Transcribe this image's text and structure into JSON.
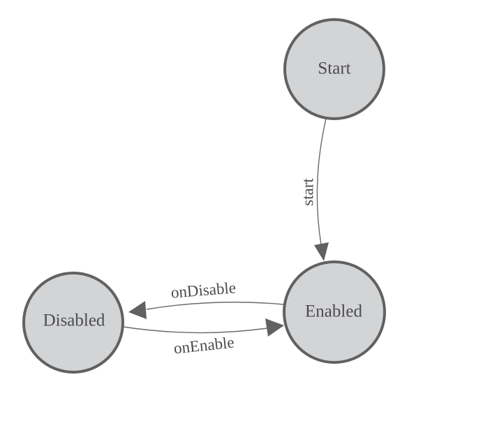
{
  "diagram": {
    "type": "state-machine",
    "background_color": "#ffffff",
    "colors": {
      "node_fill": "#d3d4d5",
      "node_stroke": "#616161",
      "edge_stroke": "#6a6a6a",
      "arrow_fill": "#616161",
      "label_text": "#4c4c4f"
    },
    "nodes": [
      {
        "id": "start",
        "label": "Start"
      },
      {
        "id": "enabled",
        "label": "Enabled"
      },
      {
        "id": "disabled",
        "label": "Disabled"
      }
    ],
    "edges": [
      {
        "from": "Start",
        "to": "Enabled",
        "label": "start"
      },
      {
        "from": "Enabled",
        "to": "Disabled",
        "label": "onDisable"
      },
      {
        "from": "Disabled",
        "to": "Enabled",
        "label": "onEnable"
      }
    ]
  }
}
